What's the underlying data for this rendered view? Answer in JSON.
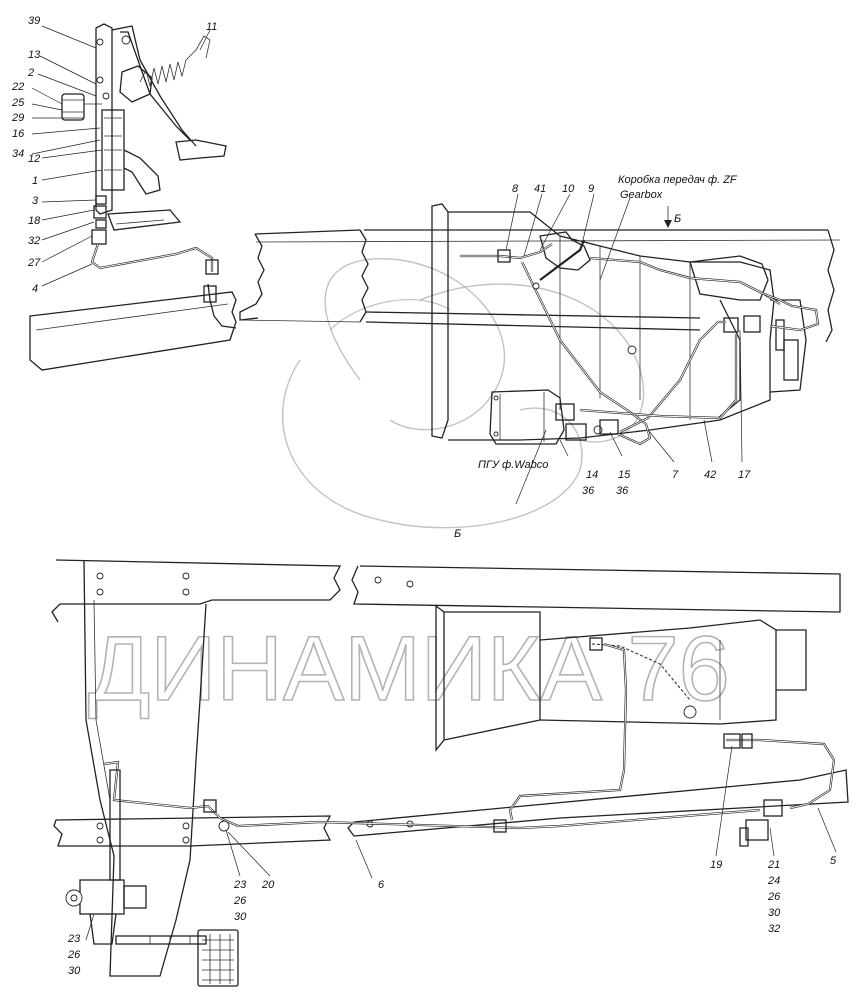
{
  "diagram": {
    "labels": {
      "gearbox_ru": "Коробка передач ф. ZF",
      "gearbox_en": "Gearbox",
      "view_top": "Б",
      "view_mid": "Б",
      "pgu": "ПГУ ф.Wabco"
    },
    "watermark": "ДИНАМИКА 76",
    "callouts": {
      "c39": "39",
      "c13": "13",
      "c2": "2",
      "c22": "22",
      "c25": "25",
      "c29": "29",
      "c16": "16",
      "c34": "34",
      "c12": "12",
      "c1": "1",
      "c3": "3",
      "c18": "18",
      "c32": "32",
      "c27": "27",
      "c4": "4",
      "c11": "11",
      "c8": "8",
      "c41": "41",
      "c10": "10",
      "c9": "9",
      "c14": "14",
      "c36a": "36",
      "c15": "15",
      "c36b": "36",
      "c7": "7",
      "c42": "42",
      "c17": "17",
      "c23a": "23",
      "c26a": "26",
      "c30a": "30",
      "c20": "20",
      "c23b": "23",
      "c26b": "26",
      "c30b": "30",
      "c6": "6",
      "c19": "19",
      "c5": "5",
      "c21": "21",
      "c24": "24",
      "c26c": "26",
      "c30c": "30",
      "c32b": "32"
    }
  }
}
